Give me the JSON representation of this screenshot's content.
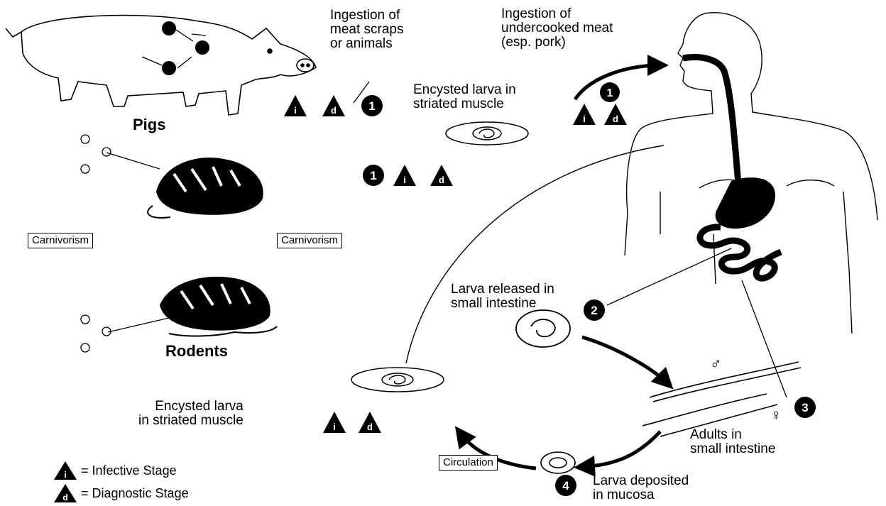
{
  "hosts": {
    "pigs": "Pigs",
    "rodents": "Rodents"
  },
  "boxes": {
    "carnivorism_left": "Carnivorism",
    "carnivorism_right": "Carnivorism",
    "circulation": "Circulation"
  },
  "steps": {
    "ingestion_scraps": "Ingestion of\nmeat scraps\nor animals",
    "ingestion_meat": "Ingestion of\nundercooked meat\n(esp. pork)",
    "encysted_top": "Encysted larva in\nstriated muscle",
    "larva_released": "Larva released in\nsmall intestine",
    "adults": "Adults in\nsmall intestine",
    "larva_deposited": "Larva deposited\nin mucosa",
    "encysted_bottom": "Encysted larva\nin striated muscle"
  },
  "badges": {
    "infective": "i",
    "diagnostic": "d",
    "n1": "1",
    "n2": "2",
    "n3": "3",
    "n4": "4"
  },
  "sex_symbols": {
    "male": "♂",
    "female": "♀"
  },
  "legend": {
    "infective": "= Infective Stage",
    "diagnostic": "= Diagnostic Stage"
  }
}
